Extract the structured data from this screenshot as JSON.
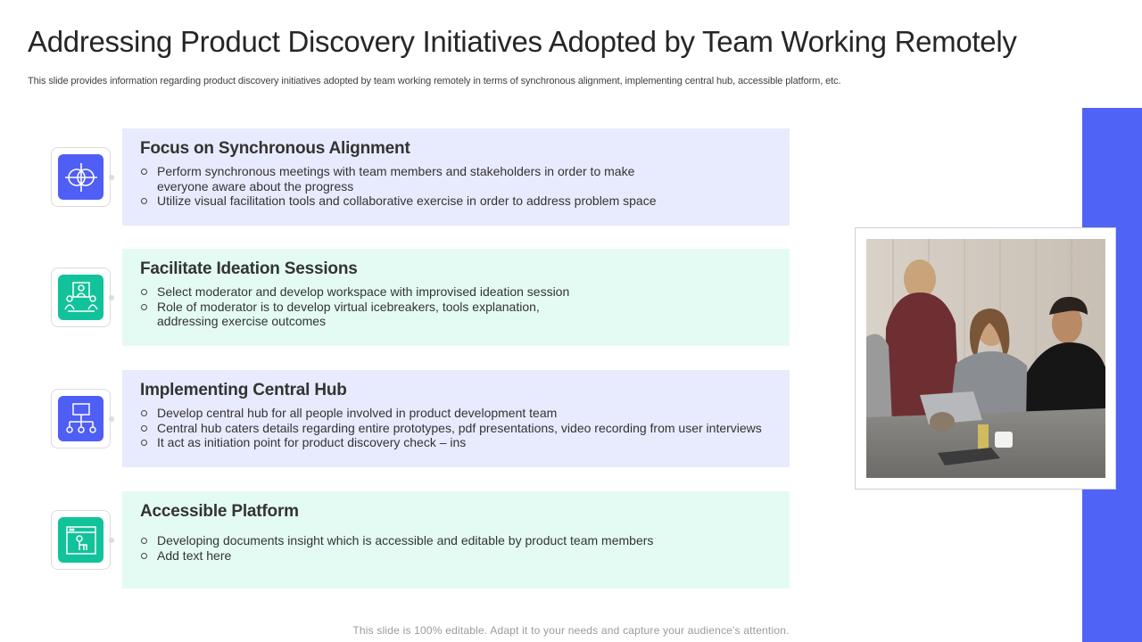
{
  "slide": {
    "title": "Addressing Product Discovery Initiatives Adopted by Team Working Remotely",
    "subtitle": "This slide provides information regarding product discovery initiatives adopted by team working remotely in terms of synchronous alignment, implementing central hub, accessible platform, etc.",
    "footer": "This slide is 100% editable. Adapt it to your needs and capture your audience's attention."
  },
  "colors": {
    "accent_blue": "#4f64f7",
    "icon_blue": "#4f5ef5",
    "icon_green": "#12c29a",
    "card_lavender": "#e8ebfd",
    "card_mint": "#e4fbf4"
  },
  "initiatives": [
    {
      "title": "Focus on Synchronous Alignment",
      "icon": "overlapping-circles-target-icon",
      "bullets": [
        "Perform synchronous meetings with team members and stakeholders in order to make everyone aware about the progress",
        "Utilize visual facilitation tools and collaborative exercise in order to address problem space"
      ]
    },
    {
      "title": "Facilitate Ideation Sessions",
      "icon": "meeting-presenter-icon",
      "bullets": [
        "Select moderator and develop workspace with improvised ideation session",
        "Role of moderator is to develop virtual icebreakers, tools explanation, addressing exercise outcomes"
      ]
    },
    {
      "title": "Implementing Central Hub",
      "icon": "hub-network-icon",
      "bullets": [
        "Develop central hub for all people involved in product development team",
        "Central hub caters details regarding entire prototypes, pdf presentations, video recording from user interviews",
        "It act as initiation point for product discovery check – ins"
      ]
    },
    {
      "title": "Accessible Platform",
      "icon": "browser-touch-icon",
      "bullets": [
        "Developing documents insight which is accessible and editable by product team members",
        "Add text here"
      ]
    }
  ],
  "photo": {
    "subject": "team-meeting-photo"
  }
}
